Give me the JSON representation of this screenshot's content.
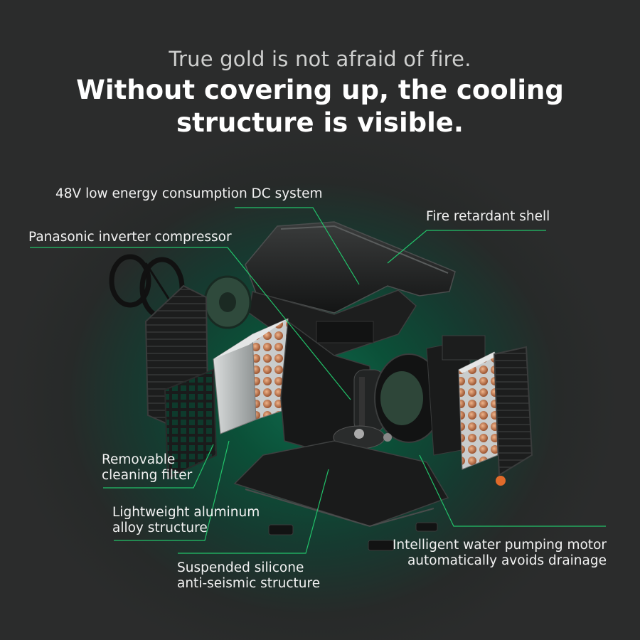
{
  "header": {
    "subtitle": "True gold is not afraid of fire.",
    "title_line1": "Without covering up, the cooling",
    "title_line2": "structure is visible."
  },
  "callouts": {
    "dc_system": "48V low energy consumption DC system",
    "fire_shell": "Fire retardant shell",
    "compressor": "Panasonic inverter compressor",
    "filter_line1": "Removable",
    "filter_line2": "cleaning filter",
    "aluminum_line1": "Lightweight aluminum",
    "aluminum_line2": "alloy structure",
    "silicone_line1": "Suspended silicone",
    "silicone_line2": "anti-seismic structure",
    "pump_line1": "Intelligent water pumping motor",
    "pump_line2": "automatically avoids drainage"
  },
  "colors": {
    "background": "#2b2c2c",
    "glow": "#0f6a4d",
    "leader_line": "#22c36a",
    "text": "#f2f2f2"
  }
}
